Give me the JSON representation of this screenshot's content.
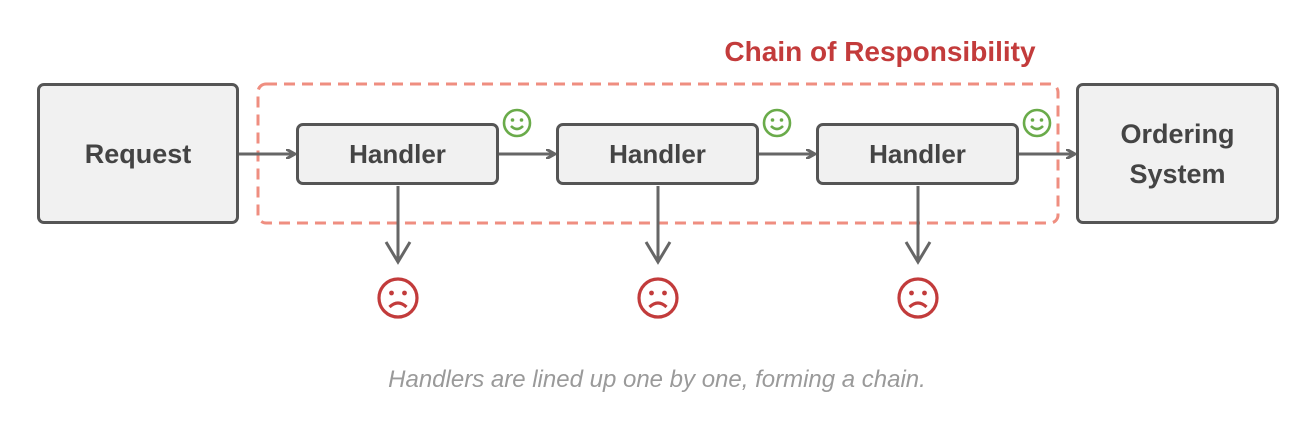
{
  "title": "Chain of Responsibility",
  "request_label": "Request",
  "handlers": [
    {
      "label": "Handler"
    },
    {
      "label": "Handler"
    },
    {
      "label": "Handler"
    }
  ],
  "ordering_system_label": "Ordering\nSystem",
  "caption": "Handlers are lined up one by one, forming a chain.",
  "icons": {
    "success": "smile-icon",
    "failure": "frown-icon"
  },
  "colors": {
    "chain_border": "#ef8e80",
    "title": "#c33b3b",
    "success": "#6aab4a",
    "failure": "#c23b3b",
    "arrow": "#666666"
  }
}
